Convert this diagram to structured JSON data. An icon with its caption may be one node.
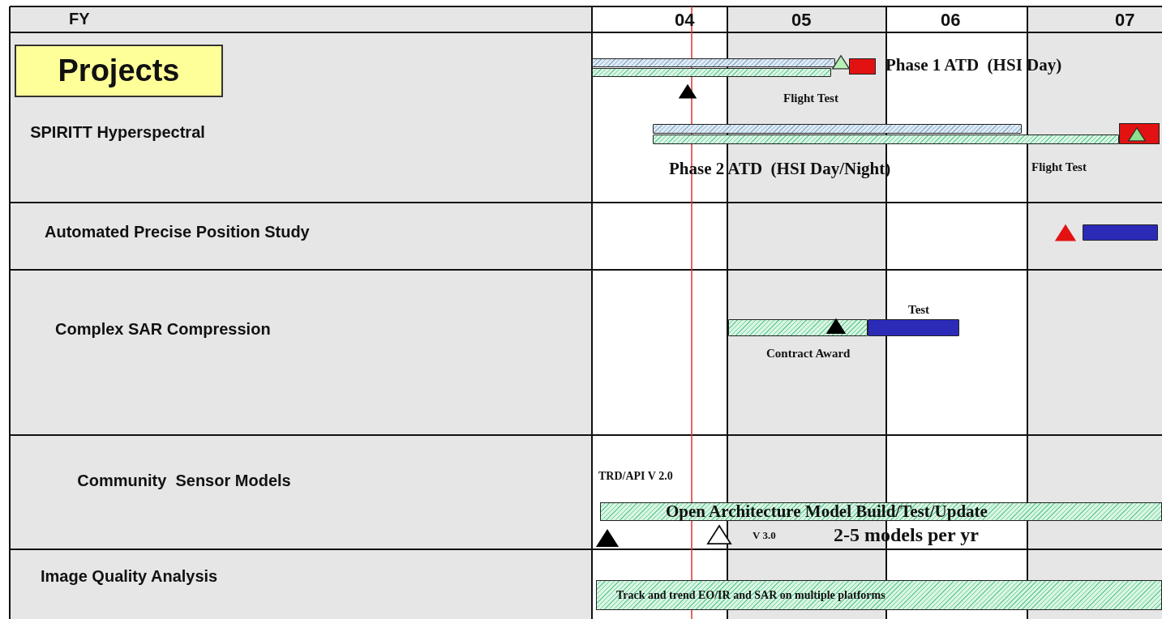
{
  "diagram": {
    "nodes": [
      {
        "text": [
          "Projects"
        ]
      },
      {
        "text": [],
        "shape": "bar"
      },
      {
        "text": [],
        "shape": "bar"
      },
      {
        "text": [],
        "shape": "box"
      },
      {
        "text": [],
        "shape": "bar"
      },
      {
        "text": [],
        "shape": "bar"
      },
      {
        "text": [],
        "shape": "box"
      },
      {
        "text": [],
        "shape": "bar"
      },
      {
        "text": [],
        "shape": "bar"
      },
      {
        "text": [],
        "shape": "bar"
      },
      {
        "text": [
          "Open Architecture Model Build/Test/Update"
        ]
      },
      {
        "text": [
          "Track and trend EO/IR and SAR on multiple platforms"
        ]
      }
    ],
    "edges": [],
    "labels": [
      "FY",
      "04",
      "05",
      "06",
      "07",
      "Phase 1 ATD  (HSI Day)",
      "Flight Test",
      "SPIRITT Hyperspectral",
      "Phase 2 ATD  (HSI Day/Night)",
      "Flight Test",
      "Automated Precise Position Study",
      "Test",
      "Complex SAR Compression",
      "Contract Award",
      "Community  Sensor Models",
      "TRD/API V 2.0",
      "V 3.0",
      "2-5 models per yr",
      "Image Quality Analysis"
    ]
  }
}
